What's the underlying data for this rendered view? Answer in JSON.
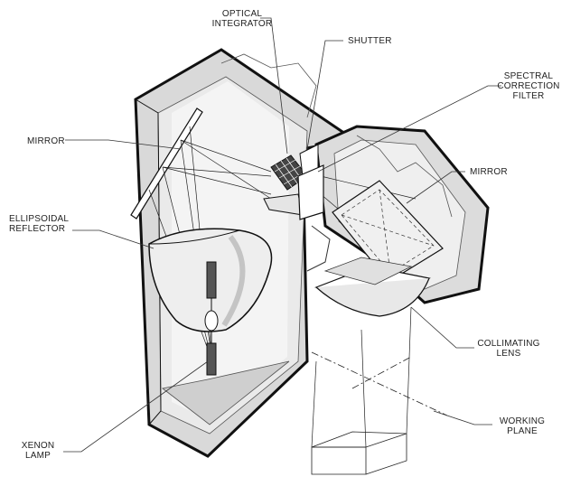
{
  "title": "Solar simulator optical layout",
  "labels": {
    "optical_integrator": [
      "OPTICAL",
      "INTEGRATOR"
    ],
    "shutter": [
      "SHUTTER"
    ],
    "spectral_filter": [
      "SPECTRAL",
      "CORRECTION",
      "FILTER"
    ],
    "mirror_left": [
      "MIRROR"
    ],
    "mirror_right": [
      "MIRROR"
    ],
    "reflector": [
      "ELLIPSOIDAL",
      "REFLECTOR"
    ],
    "collimating_lens": [
      "COLLIMATING",
      "LENS"
    ],
    "xenon_lamp": [
      "XENON",
      "LAMP"
    ],
    "working_plane": [
      "WORKING",
      "PLANE"
    ]
  }
}
